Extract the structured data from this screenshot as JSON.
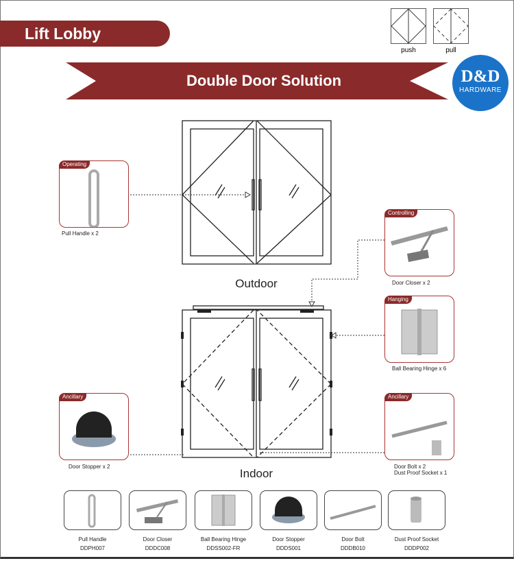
{
  "header": {
    "section_title": "Lift Lobby",
    "banner_title": "Double Door Solution"
  },
  "logo": {
    "brand": "D&D",
    "sub": "HARDWARE"
  },
  "legend": {
    "push": "push",
    "pull": "pull"
  },
  "diagram": {
    "outdoor_label": "Outdoor",
    "indoor_label": "Indoor"
  },
  "callouts": [
    {
      "tag": "Operating",
      "caption": "Pull Handle x 2"
    },
    {
      "tag": "Controlling",
      "caption": "Door Closer x 2"
    },
    {
      "tag": "Hanging",
      "caption": "Ball Bearing Hinge x 6"
    },
    {
      "tag": "Ancillary",
      "caption": "Door Stopper x 2"
    },
    {
      "tag": "Ancillary",
      "caption": "Door Bolt x 2",
      "caption2": "Dust Proof Socket  x 1"
    }
  ],
  "products": [
    {
      "name": "Pull Handle",
      "code": "DDPH007"
    },
    {
      "name": "Door Closer",
      "code": "DDDC008"
    },
    {
      "name": "Ball Bearing Hinge",
      "code": "DDSS002-FR"
    },
    {
      "name": "Door Stopper",
      "code": "DDDS001"
    },
    {
      "name": "Door Bolt",
      "code": "DDDB010"
    },
    {
      "name": "Dust Proof Socket",
      "code": "DDDP002"
    }
  ],
  "colors": {
    "accent": "#8b2a2a",
    "logo": "#1a73c8"
  }
}
